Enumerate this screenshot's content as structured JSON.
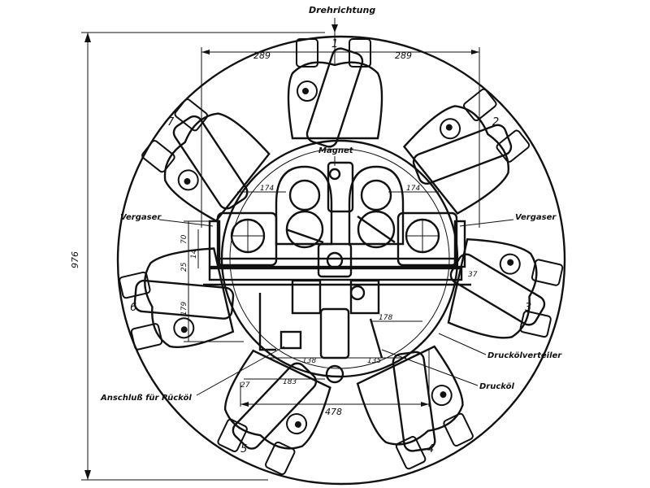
{
  "labels": {
    "rotation": "Drehrichtung",
    "magnet": "Magnet",
    "carb_left": "Vergaser",
    "carb_right": "Vergaser",
    "oil_distributor": "Drucköl­verteiler",
    "pressure_oil": "Drucköl",
    "return_oil": "Anschluß für Rücköl"
  },
  "cylinders": [
    "1",
    "2",
    "3",
    "4",
    "5",
    "6",
    "7"
  ],
  "dimensions": {
    "overall_height": "976",
    "top_left": "289",
    "top_right": "289",
    "bottom_width": "478",
    "carb_left_width": "174",
    "carb_right_width": "174",
    "left_vert_1": "70",
    "left_vert_2": "14",
    "left_vert_3": "179",
    "right_178": "178",
    "bottom_138": "138",
    "bottom_135": "135",
    "bottom_183": "183",
    "bottom_27": "27",
    "right_37": "37",
    "left_25": "25"
  }
}
